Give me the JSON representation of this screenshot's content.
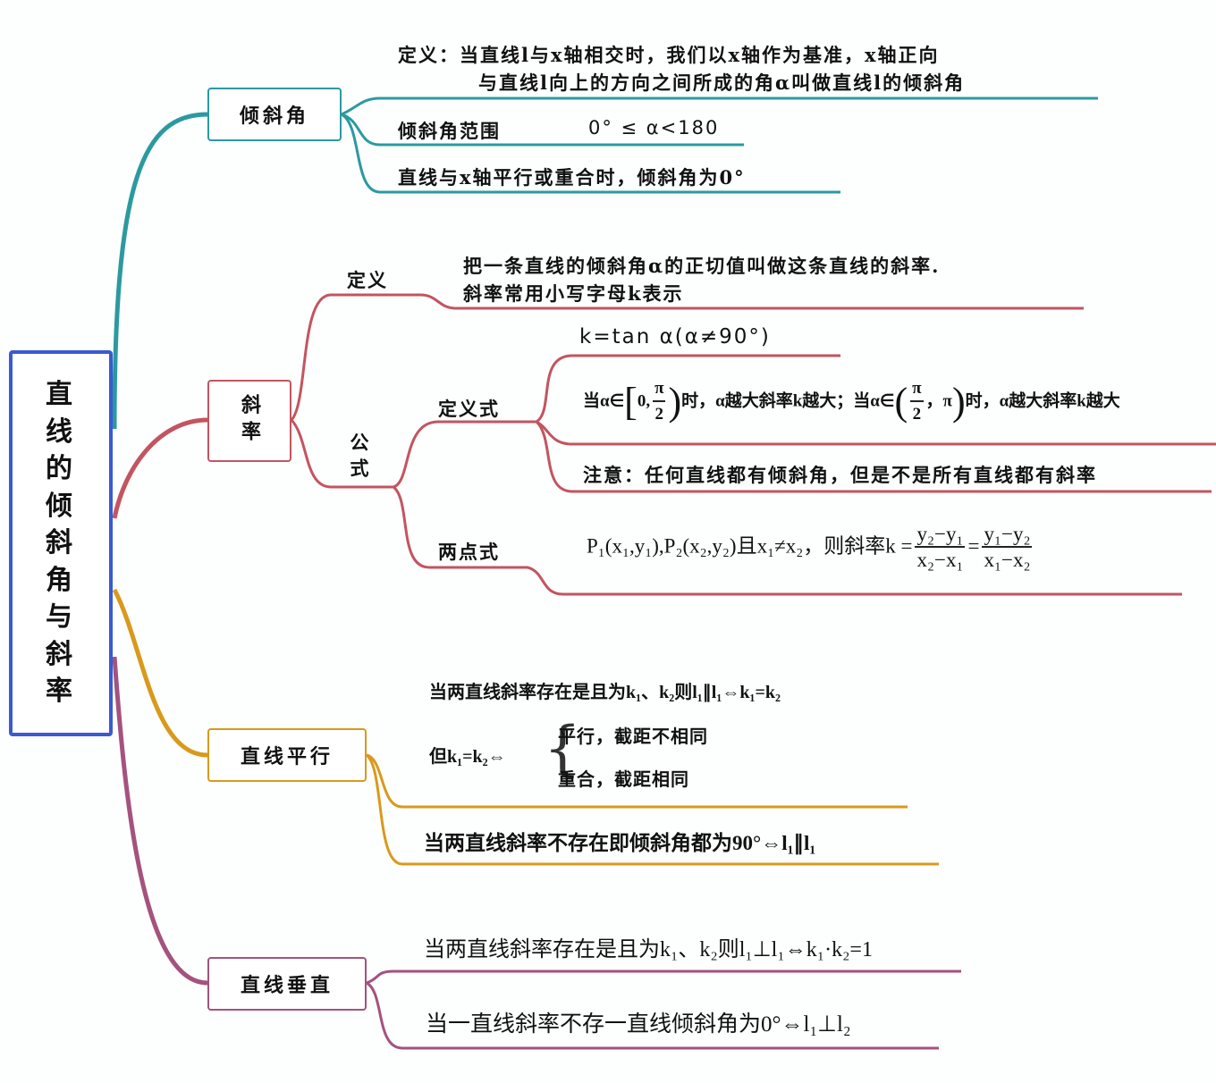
{
  "root": {
    "title": [
      "直",
      "线",
      "的",
      "倾",
      "斜",
      "角",
      "与",
      "斜",
      "率"
    ]
  },
  "colors": {
    "teal": "#2b9a9f",
    "red": "#c25560",
    "orange": "#d89a1c",
    "purple": "#a4527e",
    "root": "#3a5ad0"
  },
  "incline": {
    "label": "倾斜角",
    "def1": "定义：当直线l与x轴相交时，我们以x轴作为基准，x轴正向",
    "def2": "与直线l向上的方向之间所成的角α叫做直线l的倾斜角",
    "range_label": "倾斜角范围",
    "range_value": "0° ≤ α<180",
    "zero": "直线与x轴平行或重合时，倾斜角为0°"
  },
  "slope": {
    "label": "斜率",
    "def_label": "定义",
    "def1": "把一条直线的倾斜角α的正切值叫做这条直线的斜率.",
    "def2": "斜率常用小写字母k表示",
    "formula_label": "公式",
    "def_form_label": "定义式",
    "tan": "k=tan α(α≠90°)",
    "mono": {
      "a": "当α∈",
      "b": "0,",
      "pi": "π",
      "two": "2",
      "c": "时，α越大斜率k越大；当α∈",
      "d": "，π",
      "e": "时，α越大斜率k越大"
    },
    "note": "注意：任何直线都有倾斜角，但是不是所有直线都有斜率",
    "two_point_label": "两点式",
    "two_point": {
      "pre": "P₁(x₁,y₁),P₂(x₂,y₂)且x₁≠x₂，则斜率k =",
      "n1": "y₂−y₁",
      "d1": "x₂−x₁",
      "eq": "=",
      "n2": "y₁−y₂",
      "d2": "x₁−x₂"
    }
  },
  "parallel": {
    "label": "直线平行",
    "line1": "当两直线斜率存在是且为k₁、k₂则l₁∥l₁⇔k₁=k₂",
    "but": "但k₁=k₂⇔",
    "case1": "平行，截距不相同",
    "case2": "重合，截距相同",
    "line2": "当两直线斜率不存在即倾斜角都为90°⇔l₁∥l₁"
  },
  "perpendicular": {
    "label": "直线垂直",
    "line1": "当两直线斜率存在是且为k₁、k₂则l₁⊥l₁⇔k₁·k₂=1",
    "line2": "当一直线斜率不存一直线倾斜角为0°⇔l₁⊥l₂"
  }
}
